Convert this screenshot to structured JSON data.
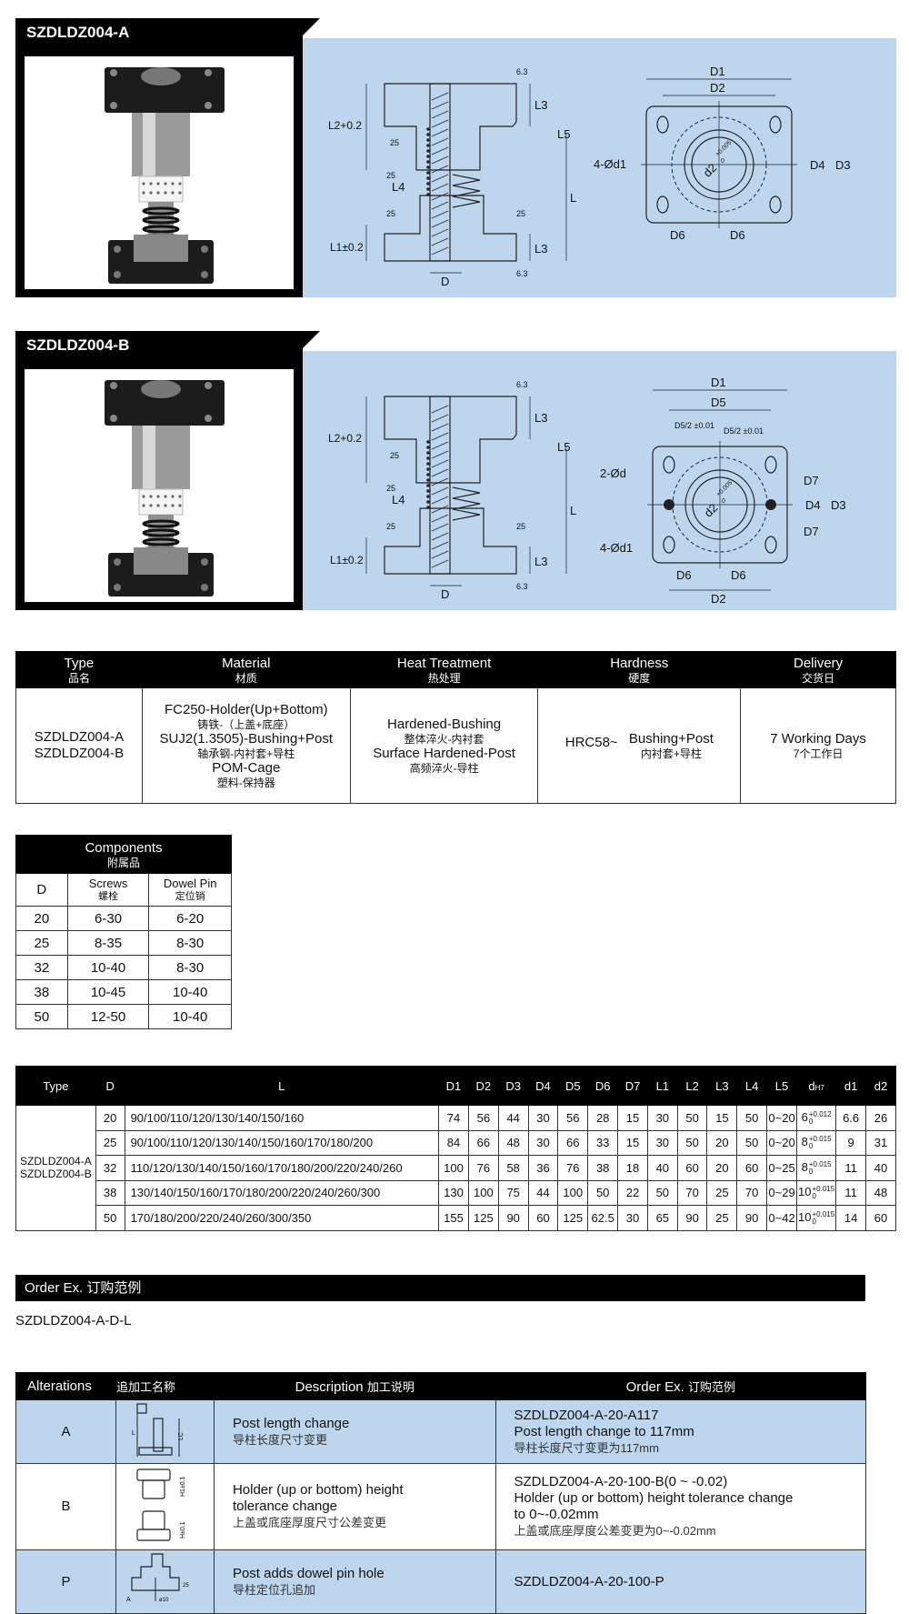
{
  "sections": [
    {
      "title": "SZDLDZ004-A",
      "variant": "A",
      "side_labels": {
        "l2": "L2+0.2",
        "l1": "L1±0.2",
        "l3": "L3",
        "l3b": "L3",
        "l4": "L4",
        "l5": "L5",
        "l": "L",
        "d": "D",
        "r63": "6.3",
        "r63b": "6.3",
        "r25a": "25",
        "r25b": "25",
        "r25c": "25",
        "r25d": "25"
      },
      "plan_labels": {
        "d1": "D1",
        "d2": "D2",
        "d3": "D3",
        "d4": "D4",
        "d6a": "D6",
        "d6b": "D6",
        "holes": "4-Ød1",
        "bore": "d2",
        "bore_tol": "+0.005",
        "bore_tol0": "0"
      }
    },
    {
      "title": "SZDLDZ004-B",
      "variant": "B",
      "side_labels": {
        "l2": "L2+0.2",
        "l1": "L1±0.2",
        "l3": "L3",
        "l3b": "L3",
        "l4": "L4",
        "l5": "L5",
        "l": "L",
        "d": "D",
        "r63": "6.3",
        "r63b": "6.3",
        "r25a": "25",
        "r25b": "25",
        "r25c": "25",
        "r25d": "25"
      },
      "plan_labels": {
        "d1": "D1",
        "d5": "D5",
        "d5half_a": "D5/2 ±0.01",
        "d5half_b": "D5/2 ±0.01",
        "d2": "D2",
        "d3": "D3",
        "d4": "D4",
        "d7a": "D7",
        "d7b": "D7",
        "d6a": "D6",
        "d6b": "D6",
        "pins": "2-Ød",
        "holes": "4-Ød1",
        "bore": "d2",
        "bore_tol": "+0.005",
        "bore_tol0": "0"
      }
    }
  ],
  "material_table": {
    "headers": [
      {
        "en": "Type",
        "cn": "品名"
      },
      {
        "en": "Material",
        "cn": "材质"
      },
      {
        "en": "Heat Treatment",
        "cn": "热处理"
      },
      {
        "en": "Hardness",
        "cn": "硬度"
      },
      {
        "en": "Delivery",
        "cn": "交货日"
      }
    ],
    "types": [
      "SZDLDZ004-A",
      "SZDLDZ004-B"
    ],
    "material": [
      {
        "en": "FC250-Holder(Up+Bottom)",
        "cn": "铸铁-（上盖+底座）"
      },
      {
        "en": "SUJ2(1.3505)-Bushing+Post",
        "cn": "轴承钢-内衬套+导柱"
      },
      {
        "en": "POM-Cage",
        "cn": "塑料-保持器"
      }
    ],
    "heat": [
      {
        "en": "Hardened-Bushing",
        "cn": "整体淬火-内衬套"
      },
      {
        "en": "Surface Hardened-Post",
        "cn": "高频淬火-导柱"
      }
    ],
    "hardness": {
      "value": "HRC58~",
      "en": "Bushing+Post",
      "cn": "内衬套+导柱"
    },
    "delivery": {
      "en": "7 Working Days",
      "cn": "7个工作日"
    }
  },
  "components": {
    "title": {
      "en": "Components",
      "cn": "附属品"
    },
    "headers": [
      {
        "en": "D",
        "cn": ""
      },
      {
        "en": "Screws",
        "cn": "螺栓"
      },
      {
        "en": "Dowel Pin",
        "cn": "定位销"
      }
    ],
    "rows": [
      [
        "20",
        "6-30",
        "6-20"
      ],
      [
        "25",
        "8-35",
        "8-30"
      ],
      [
        "32",
        "10-40",
        "8-30"
      ],
      [
        "38",
        "10-45",
        "10-40"
      ],
      [
        "50",
        "12-50",
        "10-40"
      ]
    ]
  },
  "spec_table": {
    "headers": [
      "Type",
      "D",
      "L",
      "D1",
      "D2",
      "D3",
      "D4",
      "D5",
      "D6",
      "D7",
      "L1",
      "L2",
      "L3",
      "L4",
      "L5",
      "dH7",
      "d1",
      "d2"
    ],
    "types": [
      "SZDLDZ004-A",
      "SZDLDZ004-B"
    ],
    "rows": [
      {
        "D": "20",
        "L": "90/100/110/120/130/140/150/160",
        "vals": [
          "74",
          "56",
          "44",
          "30",
          "56",
          "28",
          "15",
          "30",
          "50",
          "15",
          "50",
          "0~20"
        ],
        "dh7": {
          "base": "6",
          "up": "+0.012",
          "lo": "0"
        },
        "d1": "6.6",
        "d2": "26"
      },
      {
        "D": "25",
        "L": "90/100/110/120/130/140/150/160/170/180/200",
        "vals": [
          "84",
          "66",
          "48",
          "30",
          "66",
          "33",
          "15",
          "30",
          "50",
          "20",
          "50",
          "0~20"
        ],
        "dh7": {
          "base": "8",
          "up": "+0.015",
          "lo": "0"
        },
        "d1": "9",
        "d2": "31"
      },
      {
        "D": "32",
        "L": "110/120/130/140/150/160/170/180/200/220/240/260",
        "vals": [
          "100",
          "76",
          "58",
          "36",
          "76",
          "38",
          "18",
          "40",
          "60",
          "20",
          "60",
          "0~25"
        ],
        "dh7": {
          "base": "8",
          "up": "+0.015",
          "lo": "0"
        },
        "d1": "11",
        "d2": "40"
      },
      {
        "D": "38",
        "L": "130/140/150/160/170/180/200/220/240/260/300",
        "vals": [
          "130",
          "100",
          "75",
          "44",
          "100",
          "50",
          "22",
          "50",
          "70",
          "25",
          "70",
          "0~29"
        ],
        "dh7": {
          "base": "10",
          "up": "+0.015",
          "lo": "0"
        },
        "d1": "11",
        "d2": "48"
      },
      {
        "D": "50",
        "L": "170/180/200/220/240/260/300/350",
        "vals": [
          "155",
          "125",
          "90",
          "60",
          "125",
          "62.5",
          "30",
          "65",
          "90",
          "25",
          "90",
          "0~42"
        ],
        "dh7": {
          "base": "10",
          "up": "+0.015",
          "lo": "0"
        },
        "d1": "14",
        "d2": "60"
      }
    ]
  },
  "order": {
    "title": "Order Ex. 订购范例",
    "example": "SZDLDZ004-A-D-L"
  },
  "alterations": {
    "headers": {
      "alt": "Alterations",
      "alt_cn": "追加工名称",
      "desc": "Description",
      "desc_cn": "加工说明",
      "order": "Order Ex.",
      "order_cn": "订购范例"
    },
    "rows": [
      {
        "code": "A",
        "icon": "post-length-icon",
        "desc": [
          "Post length change"
        ],
        "desc_cn": "导柱长度尺寸变更",
        "order": [
          "SZDLDZ004-A-20-A117",
          "Post length change to 117mm"
        ],
        "order_cn": "导柱长度尺寸变更为117mm",
        "fig": {
          "l": "L",
          "lc": "LC"
        }
      },
      {
        "code": "B",
        "icon": "holder-height-icon",
        "desc": [
          "Holder (up or bottom) height",
          "tolerance change"
        ],
        "desc_cn": "上盖或底座厚度尺寸公差变更",
        "order": [
          "SZDLDZ004-A-20-100-B(0 ~ -0.02)",
          "Holder (up or bottom) height tolerance change",
          "to 0~-0.02mm"
        ],
        "order_cn": "上盖或底座厚度公差变更为0~-0.02mm",
        "fig": {
          "h1": "H1±0.1",
          "h": "H±0.1"
        }
      },
      {
        "code": "P",
        "icon": "dowel-pin-hole-icon",
        "desc": [
          "Post adds dowel pin hole"
        ],
        "desc_cn": "导柱定位孔追加",
        "order": [
          "SZDLDZ004-A-20-100-P"
        ],
        "order_cn": "",
        "fig": {
          "a": "A",
          "dia": "ø10",
          "depth": "25"
        }
      }
    ]
  },
  "colors": {
    "panel": "#bdd6ee",
    "header": "#000000",
    "line": "#222222"
  }
}
